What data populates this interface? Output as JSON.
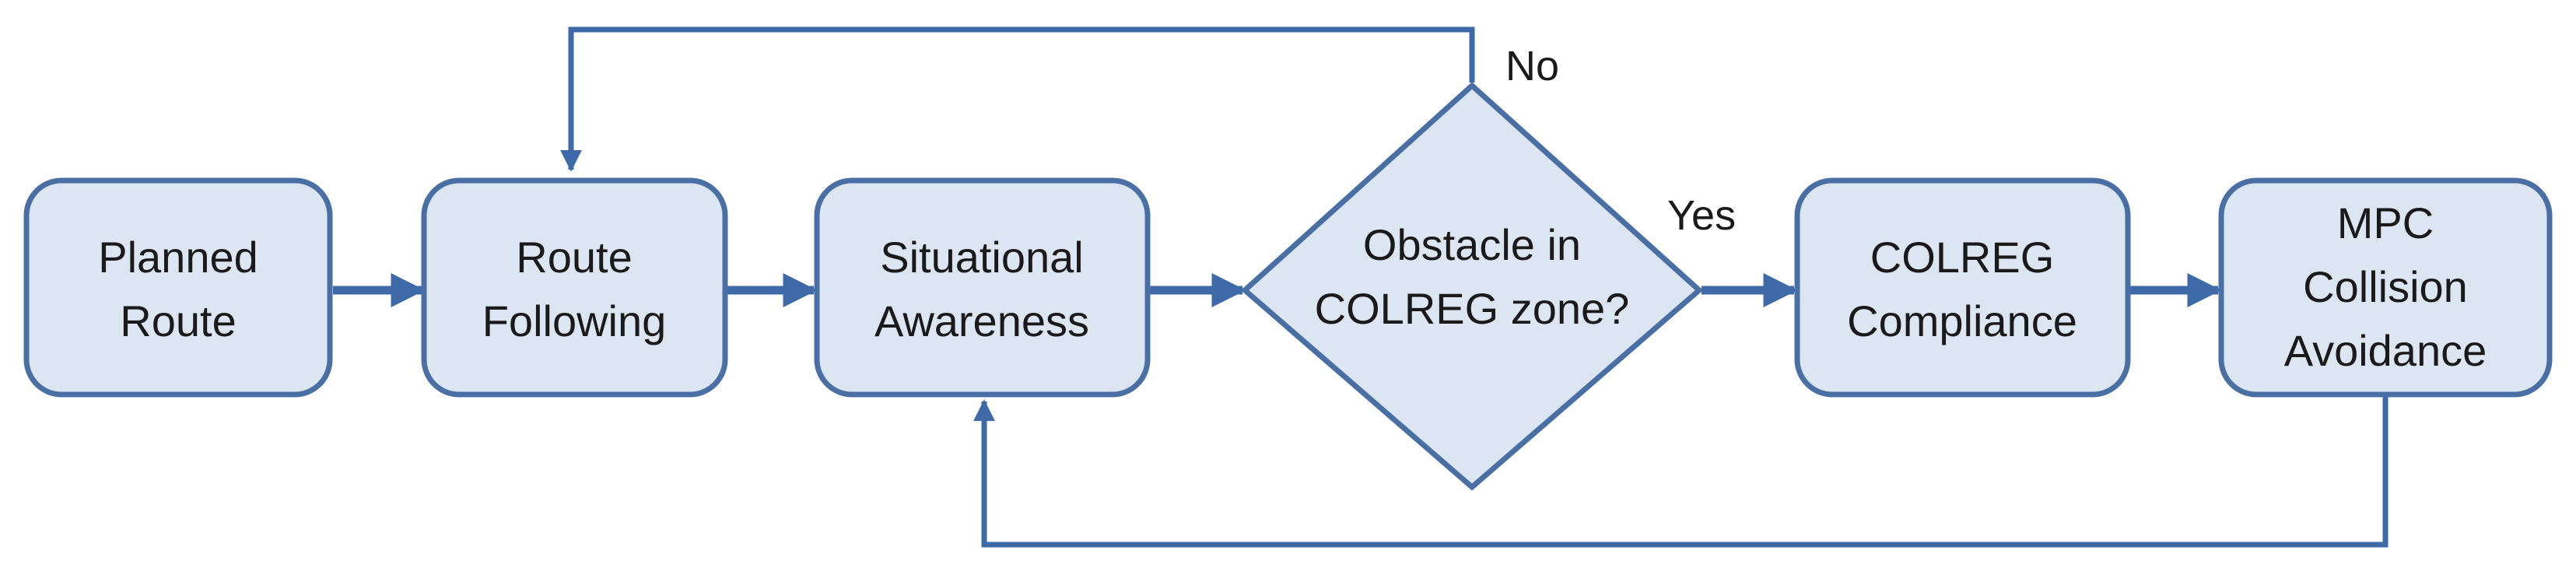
{
  "colors": {
    "node_fill": "#dce6f2",
    "node_stroke": "#4a6fa5",
    "edge_stroke": "#3e6aa8",
    "text": "#1a1a1a"
  },
  "nodes": {
    "planned_route": {
      "line1": "Planned",
      "line2": "Route"
    },
    "route_following": {
      "line1": "Route",
      "line2": "Following"
    },
    "situational_awareness": {
      "line1": "Situational",
      "line2": "Awareness"
    },
    "obstacle_check": {
      "line1": "Obstacle in",
      "line2": "COLREG zone?"
    },
    "colreg_compliance": {
      "line1": "COLREG",
      "line2": "Compliance"
    },
    "mpc_collision_avoidance": {
      "line1": "MPC",
      "line2": "Collision",
      "line3": "Avoidance"
    }
  },
  "edges": {
    "no_label": "No",
    "yes_label": "Yes"
  }
}
